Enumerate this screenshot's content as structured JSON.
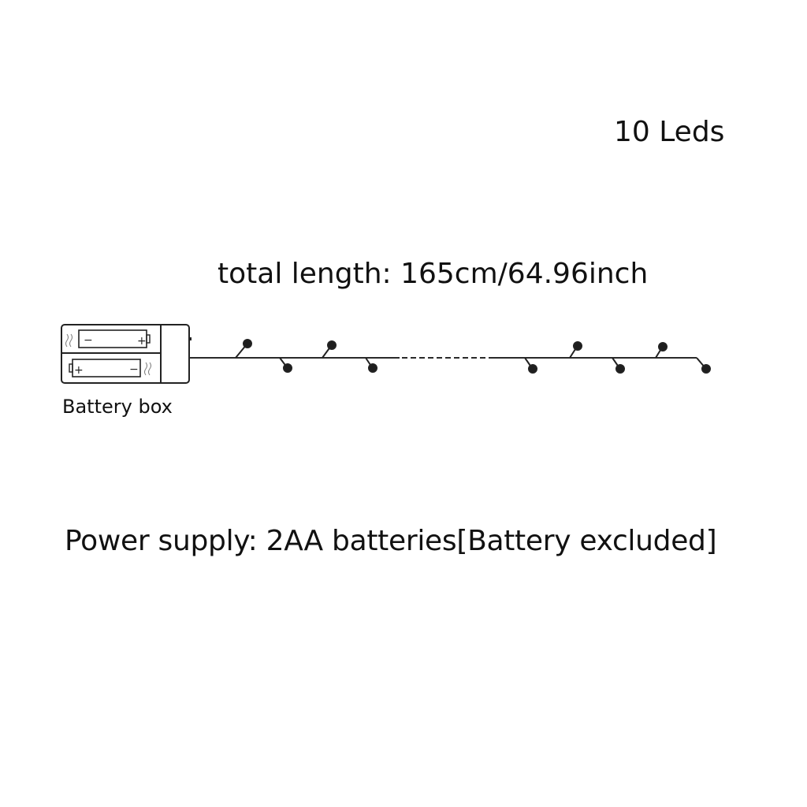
{
  "labels": {
    "led_count": "10 Leds",
    "total_length": "total length: 165cm/64.96inch",
    "battery_box": "Battery box",
    "power_supply": "Power supply: 2AA batteries[Battery excluded]"
  },
  "battery_box": {
    "slot_top": {
      "left_symbol": "−",
      "right_symbol": "+"
    },
    "slot_bottom": {
      "left_symbol": "+",
      "right_symbol": "−"
    }
  },
  "string": {
    "led_count": 10,
    "colors": {
      "wire": "#2a2a2a",
      "led": "#1e1e1e"
    }
  }
}
